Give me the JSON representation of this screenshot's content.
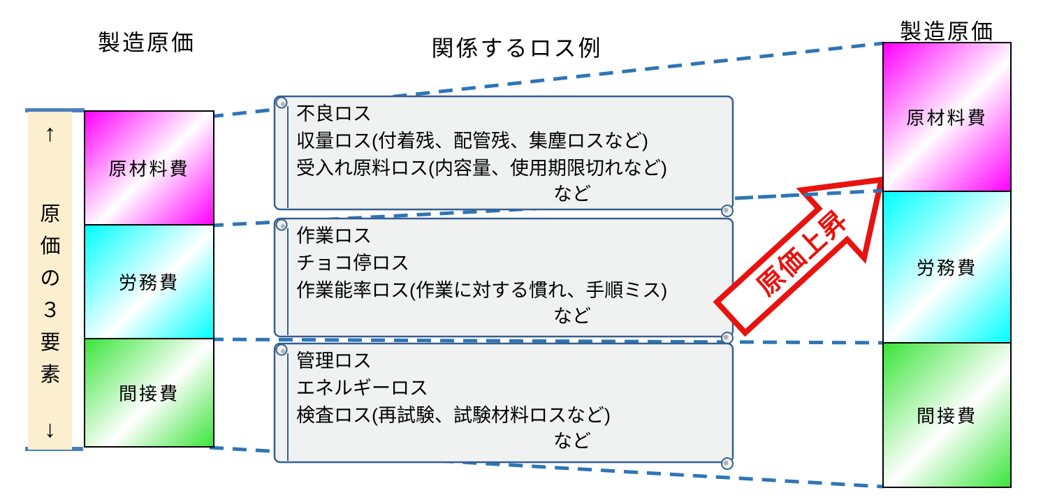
{
  "titles": {
    "left": "製造原価",
    "center": "関係するロス例",
    "right": "製造原価"
  },
  "left_axis": {
    "arrow_up": "↑",
    "label": "原価の３要素",
    "arrow_down": "↓"
  },
  "cost_elements": [
    {
      "label": "原材料費",
      "color": "#ff00ff"
    },
    {
      "label": "労務費",
      "color": "#00ffff"
    },
    {
      "label": "間接費",
      "color": "#3ae53a"
    }
  ],
  "loss_boxes": [
    {
      "lines": [
        "不良ロス",
        "収量ロス(付着残、配管残、集塵ロスなど)",
        "受入れ原料ロス(内容量、使用期限切れなど)"
      ],
      "etc": "など"
    },
    {
      "lines": [
        "作業ロス",
        "チョコ停ロス",
        "作業能率ロス(作業に対する慣れ、手順ミス)"
      ],
      "etc": "など"
    },
    {
      "lines": [
        "管理ロス",
        "エネルギーロス",
        "検査ロス(再試験、試験材料ロスなど)"
      ],
      "etc": "など"
    }
  ],
  "cost_up_arrow": {
    "label": "原価上昇",
    "color": "#e8120f"
  },
  "colors": {
    "dash_line": "#2e75b6",
    "solid_cap_line": "#4a7ebf",
    "box_border": "#365f91",
    "box_fill": "#f0f2f1",
    "cream_strip": "#fcefd0",
    "bar_border": "#000000"
  }
}
